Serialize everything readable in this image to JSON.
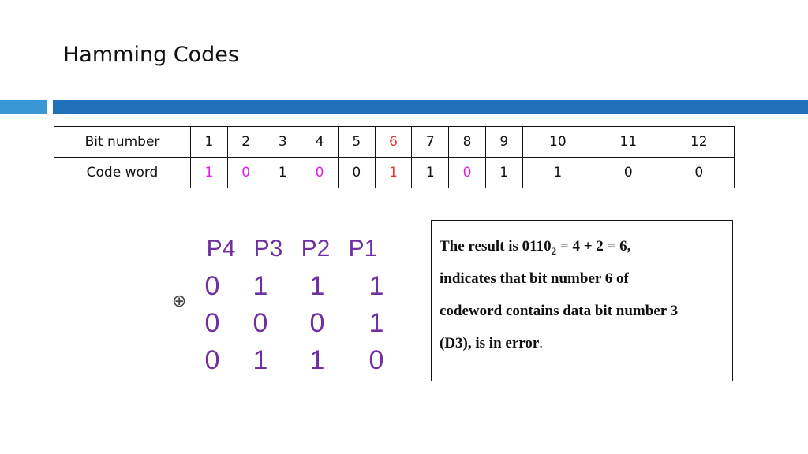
{
  "slide": {
    "title": "Hamming Codes"
  },
  "table": {
    "row1_label": "Bit number",
    "row2_label": "Code word",
    "bit_numbers": [
      "1",
      "2",
      "3",
      "4",
      "5",
      "6",
      "7",
      "8",
      "9",
      "10",
      "11",
      "12"
    ],
    "code_word": [
      "1",
      "0",
      "1",
      "0",
      "0",
      "1",
      "1",
      "0",
      "1",
      "1",
      "0",
      "0"
    ],
    "colors": {
      "error": "#e53333",
      "parity": "#e619e6",
      "normal": "#111111"
    }
  },
  "calc": {
    "headers": [
      "P4",
      "P3",
      "P2",
      "P1"
    ],
    "rows": [
      [
        "0",
        "1",
        "1",
        "1"
      ],
      [
        "0",
        "0",
        "0",
        "1"
      ],
      [
        "0",
        "1",
        "1",
        "0"
      ]
    ],
    "operator": "⊕",
    "color": "#7030a0"
  },
  "result": {
    "line1_a": "The result is  0110",
    "line1_sub": "2",
    "line1_b": "  = 4 + 2 = 6,",
    "line2": "indicates that bit number 6 of",
    "line3": "codeword contains data bit number 3",
    "line4": "(D3), is in error",
    "line4_end": "."
  },
  "theme": {
    "bar_light": "#3a97d6",
    "bar_dark": "#1f6fbb"
  }
}
